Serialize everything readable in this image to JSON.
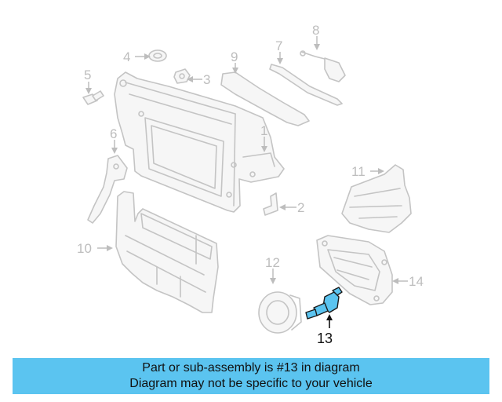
{
  "diagram": {
    "callouts": {
      "c1": "1",
      "c2": "2",
      "c3": "3",
      "c4": "4",
      "c5": "5",
      "c6": "6",
      "c7": "7",
      "c8": "8",
      "c9": "9",
      "c10": "10",
      "c11": "11",
      "c12": "12",
      "c13": "13",
      "c14": "14"
    },
    "highlighted_part": "13",
    "highlight_color": "#5bc4f0",
    "line_color": "#c4c4c4"
  },
  "banner": {
    "line1": "Part or sub-assembly is #13 in diagram",
    "line2": "Diagram may not be specific to your vehicle",
    "background": "#5bc4f0"
  }
}
